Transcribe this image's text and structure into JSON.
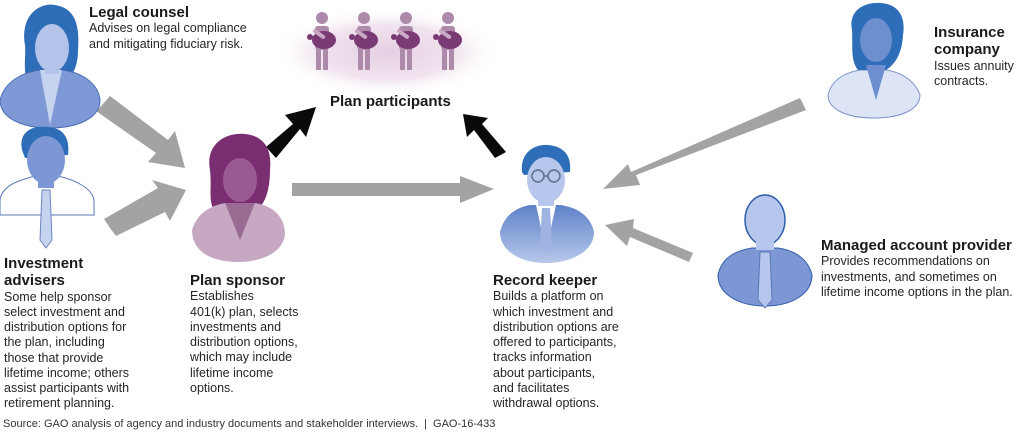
{
  "diagram": {
    "center": {
      "title": "Plan participants",
      "figure_count": 4
    },
    "nodes": [
      {
        "id": "legal-counsel",
        "title": "Legal counsel",
        "description": "Advises on legal compliance\nand mitigating fiduciary risk."
      },
      {
        "id": "investment-advisers",
        "title": "Investment\nadvisers",
        "description": "Some help sponsor\nselect investment and\ndistribution options for\nthe plan, including\nthose that provide\nlifetime income; others\nassist participants with\nretirement planning."
      },
      {
        "id": "plan-sponsor",
        "title": "Plan sponsor",
        "description": "Establishes\n401(k) plan, selects\ninvestments and\ndistribution options,\nwhich may include\nlifetime income\noptions."
      },
      {
        "id": "record-keeper",
        "title": "Record keeper",
        "description": "Builds a platform on\nwhich investment and\ndistribution options are\noffered to participants,\ntracks information\nabout participants,\nand facilitates\nwithdrawal options."
      },
      {
        "id": "insurance-company",
        "title": "Insurance\ncompany",
        "description": "Issues annuity\ncontracts."
      },
      {
        "id": "managed-account-provider",
        "title": "Managed account provider",
        "description": "Provides recommendations on\ninvestments, and sometimes on\nlifetime income options in the plan."
      }
    ],
    "arrows": [
      {
        "from": "legal-counsel",
        "to": "plan-sponsor",
        "style": "gray"
      },
      {
        "from": "investment-advisers",
        "to": "plan-sponsor",
        "style": "gray"
      },
      {
        "from": "plan-sponsor",
        "to": "record-keeper",
        "style": "gray"
      },
      {
        "from": "plan-sponsor",
        "to": "plan-participants",
        "style": "black"
      },
      {
        "from": "record-keeper",
        "to": "plan-participants",
        "style": "black"
      },
      {
        "from": "insurance-company",
        "to": "record-keeper",
        "style": "gray"
      },
      {
        "from": "managed-account-provider",
        "to": "record-keeper",
        "style": "gray"
      }
    ],
    "colors": {
      "blue_dark": "#2e6db8",
      "blue_mid": "#6d8fd0",
      "blue_light": "#b9c9ea",
      "purple_dark": "#7a2e72",
      "purple_mid": "#9a6a93",
      "purple_light": "#c7a8c3",
      "arrow_gray": "#a3a3a3",
      "arrow_black": "#0a0a0a"
    }
  },
  "footer": {
    "source": "Source: GAO analysis of agency and industry documents and stakeholder interviews.",
    "separator": "|",
    "report_id": "GAO-16-433"
  }
}
